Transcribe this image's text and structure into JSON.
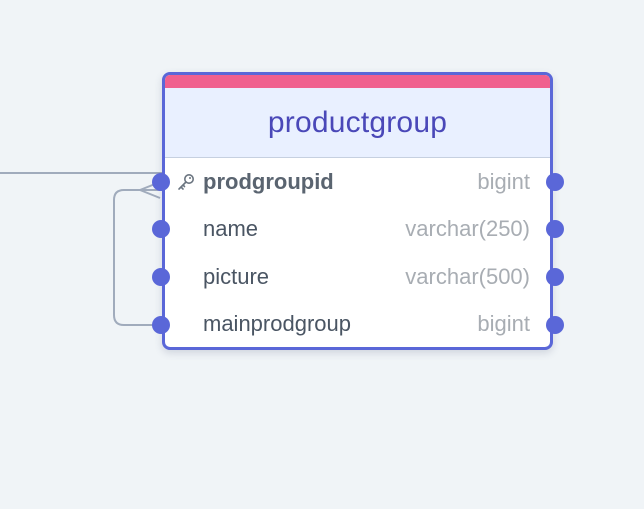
{
  "diagram": {
    "table": {
      "name": "productgroup",
      "accent_color": "#f0608e",
      "border_color": "#5a67d8",
      "columns": [
        {
          "name": "prodgroupid",
          "type": "bigint",
          "primary_key": true
        },
        {
          "name": "name",
          "type": "varchar(250)",
          "primary_key": false
        },
        {
          "name": "picture",
          "type": "varchar(500)",
          "primary_key": false
        },
        {
          "name": "mainprodgroup",
          "type": "bigint",
          "primary_key": false
        }
      ]
    },
    "relations": [
      {
        "from": "mainprodgroup",
        "to": "prodgroupid",
        "kind": "self-reference"
      },
      {
        "from": "external",
        "to": "prodgroupid",
        "kind": "incoming"
      }
    ],
    "icons": {
      "primary_key": "key-icon"
    }
  }
}
